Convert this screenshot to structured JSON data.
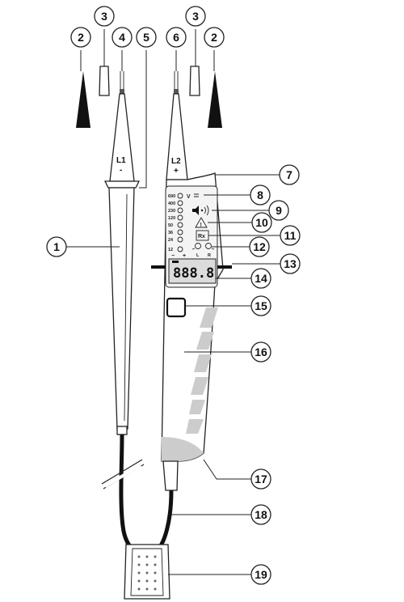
{
  "probe_labels": {
    "left_name": "L1",
    "left_sign": "-",
    "right_name": "L2",
    "right_sign": "+"
  },
  "scale_levels": [
    "690",
    "400",
    "230",
    "120",
    "50",
    "36",
    "24",
    "12"
  ],
  "scale_unit": "V",
  "polarity_signs": {
    "minus": "−",
    "plus": "+"
  },
  "rotation_labels": {
    "left": "L",
    "right": "R"
  },
  "rx_symbol": "Rx",
  "lcd_value": "888.8",
  "callouts": [
    "1",
    "2",
    "3",
    "4",
    "5",
    "6",
    "7",
    "8",
    "9",
    "10",
    "11",
    "12",
    "13",
    "14",
    "15",
    "16",
    "17",
    "18",
    "19"
  ],
  "colors": {
    "line": "#222222",
    "cap": "#111111",
    "shade": "#cccccc",
    "lcd": "#dcdcdc"
  }
}
